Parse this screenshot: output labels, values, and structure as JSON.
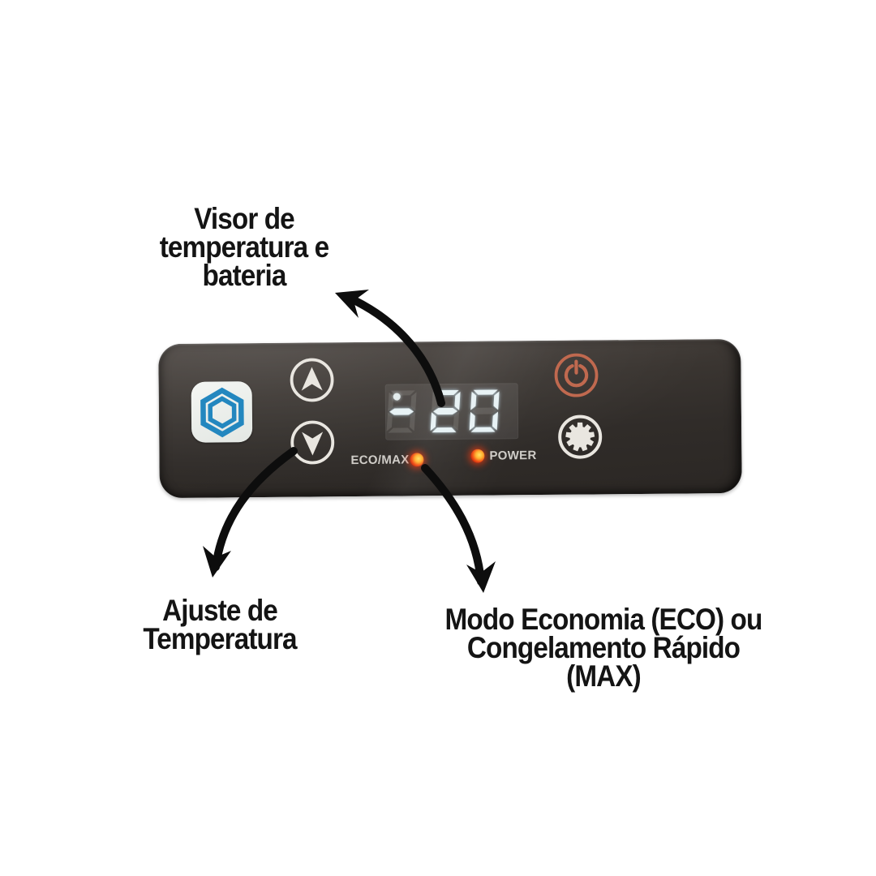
{
  "colors": {
    "background": "#ffffff",
    "annotation_text": "#141414",
    "arrow": "#0d0d0d",
    "panel_dark": "#2b2724",
    "panel_light": "#4a4440",
    "logo_blue": "#2387bf",
    "button_ring": "#e9e6e0",
    "power_accent": "#c0694f",
    "led_red": "#e83210",
    "led_yellow": "#ffd94f",
    "digit_lit": "#e7f2f5",
    "digit_ghost": "rgba(235,235,225,0.13)",
    "indicator_text": "#cfccc7"
  },
  "annotations": {
    "visor": {
      "line1": "Visor de",
      "line2": "temperatura e",
      "line3": "bateria"
    },
    "ajuste": {
      "line1": "Ajuste de",
      "line2": "Temperatura"
    },
    "modo": {
      "line1": "Modo Economia (ECO) ou",
      "line2": "Congelamento Rápido (MAX)"
    }
  },
  "panel": {
    "display": {
      "value": "-20",
      "ghost_digit": "8",
      "dot_visible": true
    },
    "indicators": {
      "eco_max": "ECO/MAX",
      "power": "POWER"
    },
    "icons": {
      "logo": "hexagon-icon",
      "up": "up-arrow-icon",
      "down": "down-arrow-icon",
      "power": "power-icon",
      "settings": "gear-icon"
    }
  }
}
